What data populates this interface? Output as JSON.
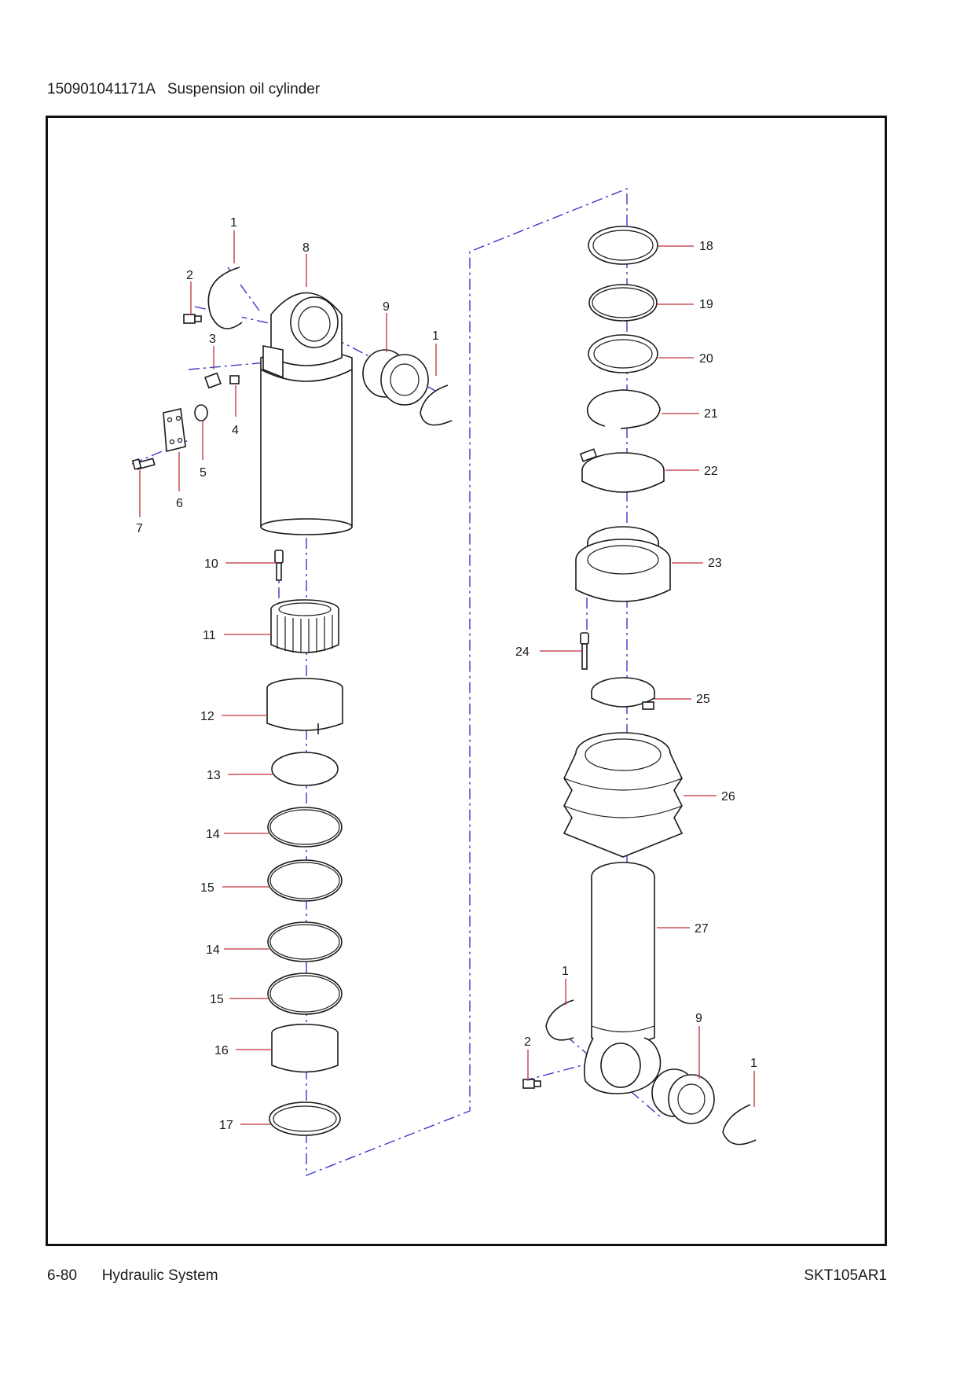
{
  "header": {
    "title": "150901041171A   Suspension oil cylinder"
  },
  "footer": {
    "page": "6-80      Hydraulic System",
    "code": "SKT105AR1"
  },
  "callouts": [
    "1",
    "8",
    "2",
    "9",
    "1",
    "3",
    "4",
    "5",
    "6",
    "7",
    "10",
    "11",
    "12",
    "13",
    "14",
    "15",
    "14",
    "15",
    "16",
    "17",
    "18",
    "19",
    "20",
    "21",
    "22",
    "23",
    "24",
    "25",
    "26",
    "27",
    "1",
    "9",
    "2",
    "1"
  ]
}
